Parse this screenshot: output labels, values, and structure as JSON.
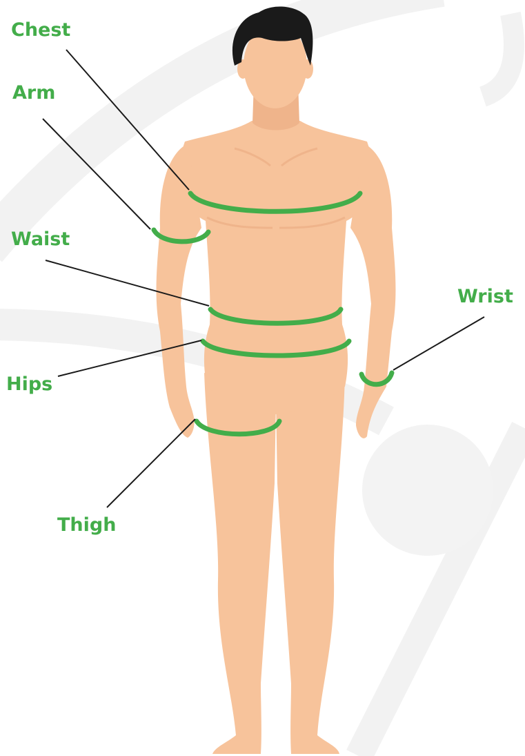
{
  "colors": {
    "accent": "#43ad4a",
    "skin": "#f7c39b",
    "skin_shade": "#efb48b",
    "hair": "#1a1a1a",
    "leader_line": "#1a1a1a",
    "watermark": "#f1f1f1"
  },
  "labels": {
    "chest": "Chest",
    "arm": "Arm",
    "waist": "Waist",
    "hips": "Hips",
    "thigh": "Thigh",
    "wrist": "Wrist"
  }
}
